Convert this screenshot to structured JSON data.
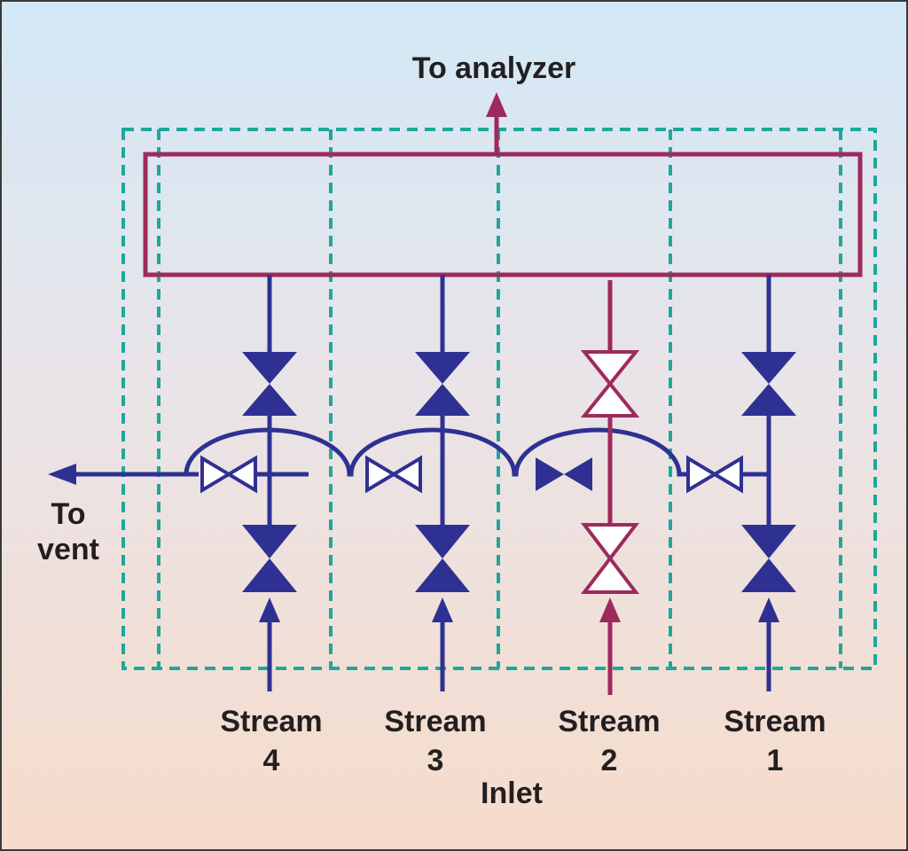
{
  "labels": {
    "to_analyzer": "To analyzer",
    "to_vent_line1": "To",
    "to_vent_line2": "vent",
    "inlet": "Inlet"
  },
  "streams": [
    {
      "name": "Stream",
      "number": "4"
    },
    {
      "name": "Stream",
      "number": "3"
    },
    {
      "name": "Stream",
      "number": "2"
    },
    {
      "name": "Stream",
      "number": "1"
    }
  ],
  "colors": {
    "blue_line": "#2e3192",
    "red_line": "#9e2a5b",
    "dashed_box": "#1fa79b",
    "text": "#231f20"
  },
  "valves": {
    "stream_4": {
      "upper": "closed",
      "lower": "closed",
      "vent": "open"
    },
    "stream_3": {
      "upper": "closed",
      "lower": "closed",
      "vent": "open"
    },
    "stream_2": {
      "upper": "open",
      "lower": "open",
      "vent": "closed"
    },
    "stream_1": {
      "upper": "closed",
      "lower": "closed",
      "vent": "open"
    }
  }
}
